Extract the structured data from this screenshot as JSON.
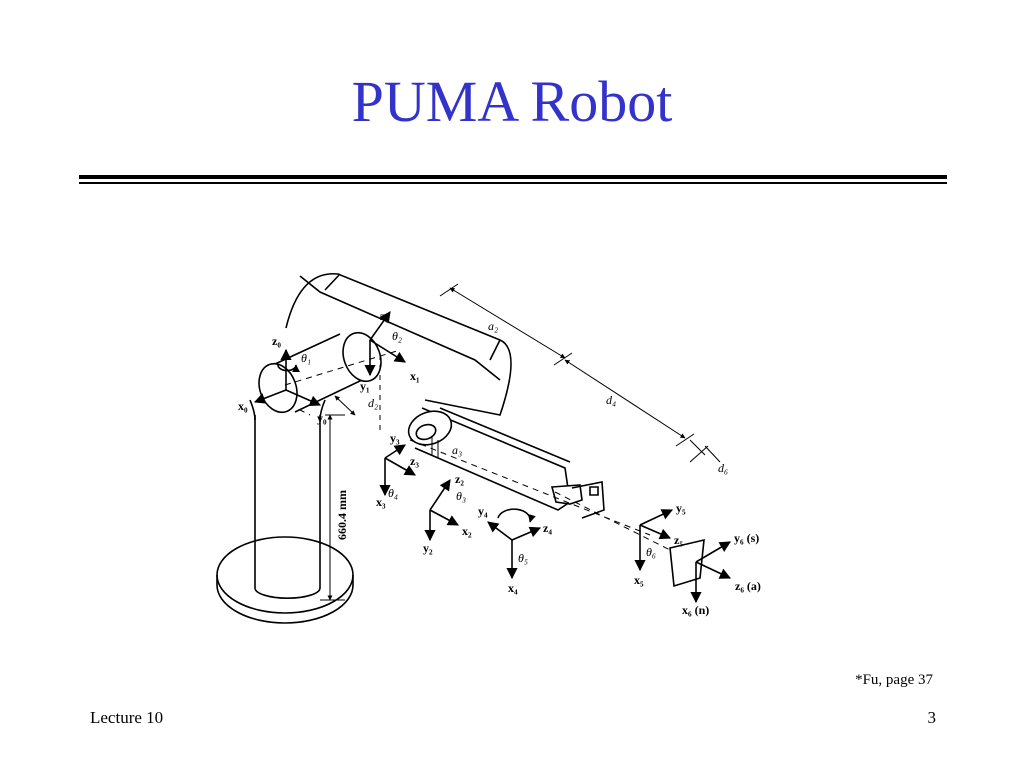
{
  "slide": {
    "title": "PUMA Robot",
    "citation": "*Fu, page 37",
    "footer_left": "Lecture 10",
    "page_number": "3"
  },
  "colors": {
    "title": "#3333cc",
    "text": "#000000",
    "background": "#ffffff"
  },
  "figure": {
    "height_dim": "660.4 mm",
    "dims": {
      "a2": "a₂",
      "a3": "a₃",
      "d2": "d₂",
      "d4": "d₄",
      "d6": "d₆"
    },
    "frames": {
      "z0": "z₀",
      "x0": "x₀",
      "y0": "y₀",
      "theta1": "θ₁",
      "z1": "z₁",
      "x1": "x₁",
      "y1": "y₁",
      "theta2": "θ₂",
      "z2": "z₂",
      "x2": "x₂",
      "y2": "y₂",
      "theta3": "θ₃",
      "z3": "z₃",
      "x3": "x₃",
      "y3": "y₃",
      "theta4": "θ₄",
      "z4": "z₄",
      "x4": "x₄",
      "y4": "y₄",
      "theta5": "θ₅",
      "z5": "z₅",
      "x5": "x₅",
      "y5": "y₅",
      "theta6": "θ₆",
      "z6": "z₆ (a)",
      "x6": "x₆ (n)",
      "y6": "y₆ (s)"
    }
  }
}
